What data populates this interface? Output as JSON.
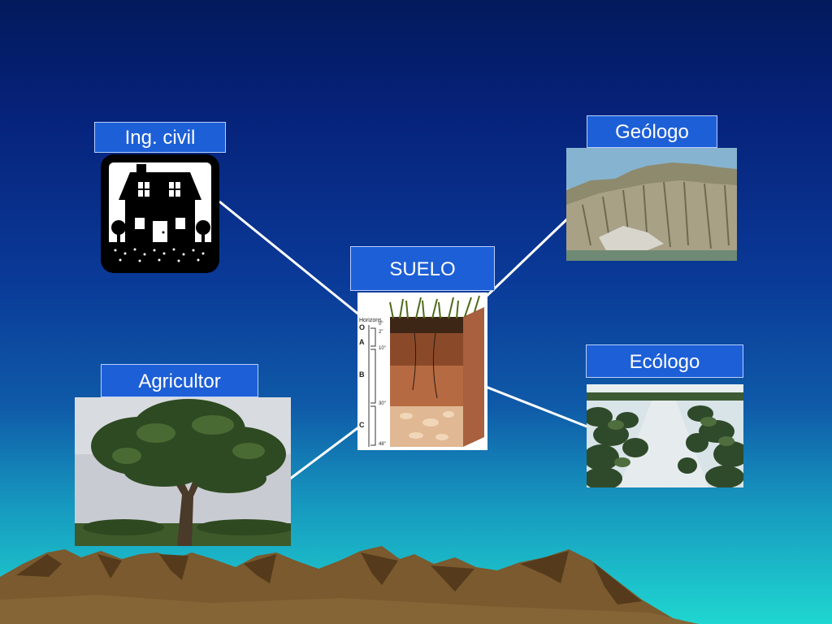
{
  "slide": {
    "background_colors": [
      "#031a5c",
      "#0a3a98",
      "#179cc0",
      "#1fd6d0"
    ],
    "label_fill": "#1d5fd6",
    "line_color": "#ffffff"
  },
  "nodes": {
    "center": {
      "label": "SUELO",
      "image": "soil-profile-illustration"
    },
    "civil": {
      "label": "Ing. civil",
      "icon": "house-icon"
    },
    "geologist": {
      "label": "Geólogo",
      "image": "eroded-mountain-photo"
    },
    "ecologist": {
      "label": "Ecólogo",
      "image": "crop-rows-photo"
    },
    "farmer": {
      "label": "Agricultor",
      "image": "tree-photo"
    }
  },
  "soil_profile": {
    "header": "Horizons",
    "horizons": [
      "O",
      "A",
      "B",
      "C"
    ],
    "depths": [
      "0\"",
      "2\"",
      "10\"",
      "30\"",
      "48\""
    ]
  }
}
